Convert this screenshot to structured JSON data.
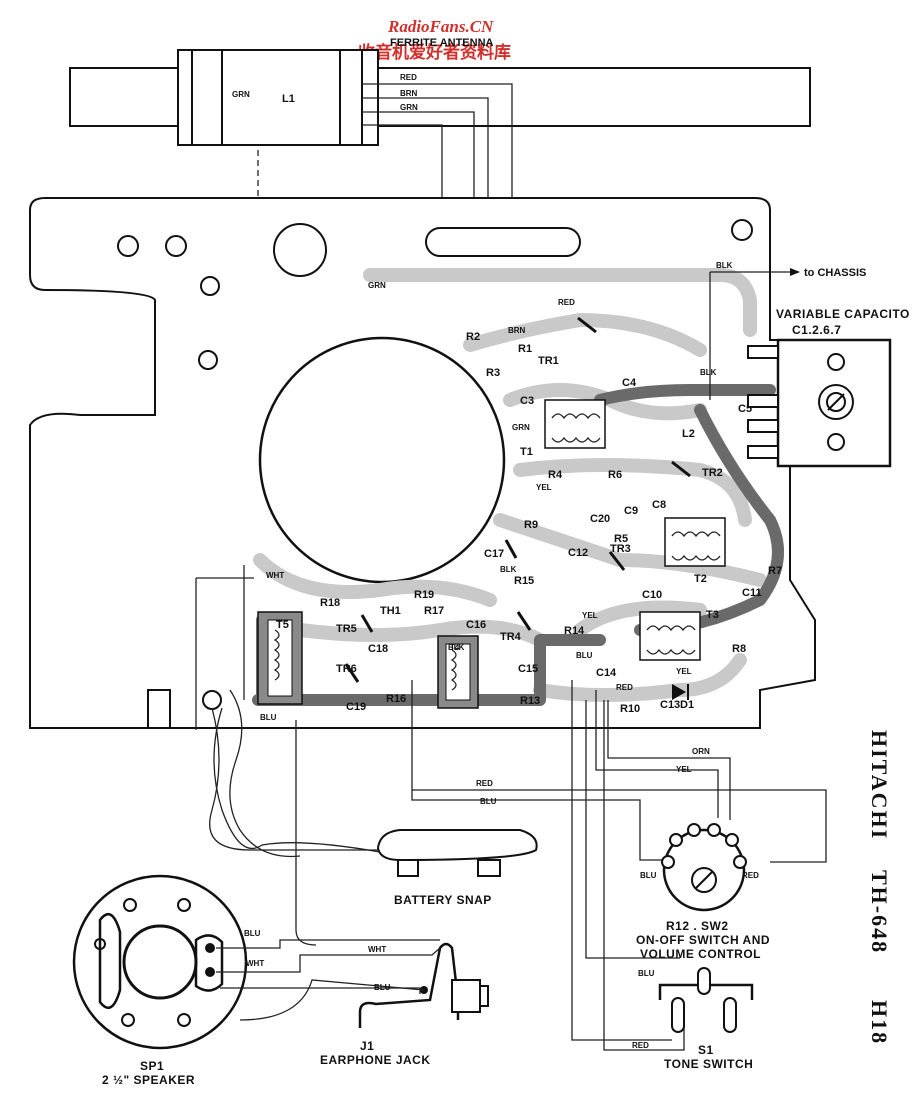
{
  "watermark": {
    "site": "RadioFans.CN",
    "chinese": "收音机爱好者资料库"
  },
  "antenna": {
    "title": "FERRITE ANTENNA",
    "coil": "L1"
  },
  "wire_colors": {
    "red": "RED",
    "brn": "BRN",
    "grn": "GRN",
    "blk": "BLK",
    "yel": "YEL",
    "blu": "BLU",
    "wht": "WHT",
    "orn": "ORN"
  },
  "chassis_label": "to CHASSIS",
  "variable_capacitor": {
    "line1": "VARIABLE CAPACITO",
    "line2": "C1.2.6.7"
  },
  "board_components": [
    "R1",
    "R2",
    "R3",
    "TR1",
    "C3",
    "C4",
    "L2",
    "C5",
    "T1",
    "R4",
    "R6",
    "TR2",
    "C8",
    "C20",
    "R5",
    "R9",
    "C17",
    "C12",
    "TR3",
    "T2",
    "C11",
    "R7",
    "C9",
    "C10",
    "T3",
    "R8",
    "R18",
    "R19",
    "TH1",
    "R17",
    "TR5",
    "C18",
    "TR6",
    "C19",
    "R16",
    "T5",
    "R15",
    "C16",
    "TR4",
    "T4",
    "R14",
    "C14",
    "C15",
    "C13",
    "D1",
    "R10",
    "R13"
  ],
  "components": {
    "battery": "BATTERY SNAP",
    "volume": {
      "line1": "R12 . SW2",
      "line2": "ON-OFF SWITCH AND",
      "line3": "VOLUME  CONTROL"
    },
    "tone": {
      "line1": "S1",
      "line2": "TONE SWITCH"
    },
    "speaker": {
      "line1": "SP1",
      "line2": "2 ½\" SPEAKER"
    },
    "jack": {
      "line1": "J1",
      "line2": "EARPHONE JACK"
    }
  },
  "model": {
    "brand": "HITACHI",
    "model": "TH-648",
    "code": "H18"
  },
  "colors": {
    "ink": "#111111",
    "trace": "#c9c9c9",
    "dark_trace": "#6a6a6a",
    "watermark": "#d0312d"
  }
}
